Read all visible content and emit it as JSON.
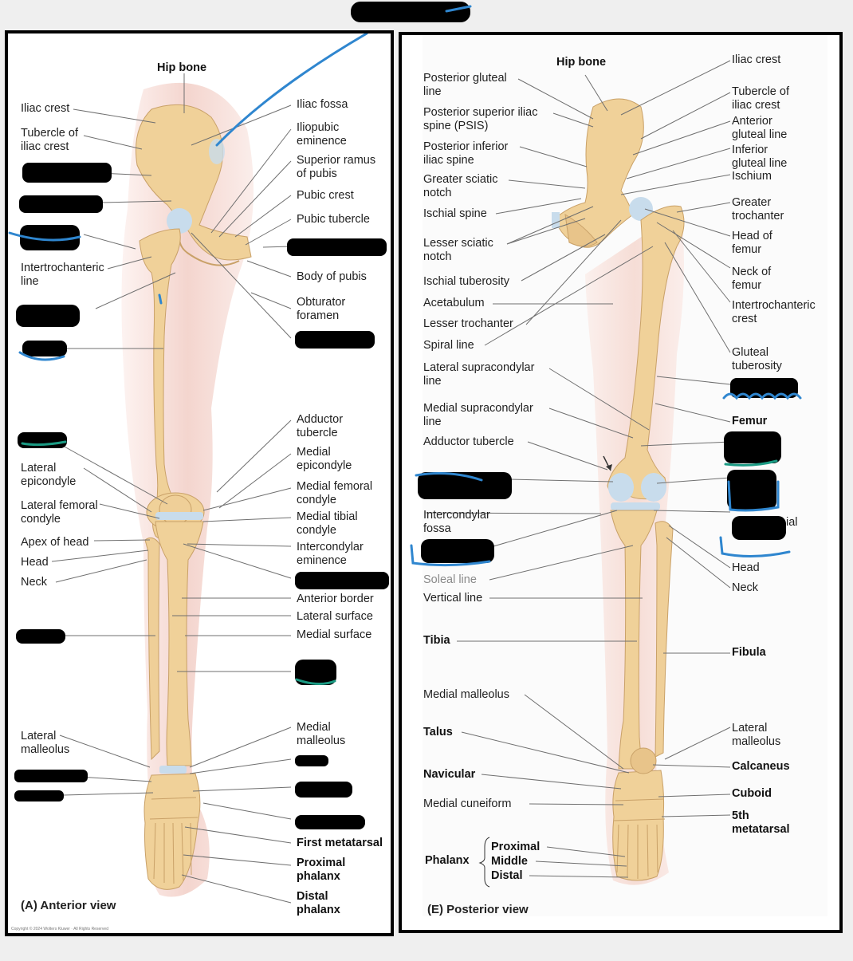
{
  "panel_a": {
    "caption": "(A) Anterior view",
    "copyright": "Copyright © 2024 Wolters Kluwer · All Rights Reserved",
    "labels": {
      "hip_bone": "Hip bone",
      "iliac_crest": "Iliac crest",
      "tubercle_iliac": "Tubercle of\niliac crest",
      "intertroch_line": "Intertrochanteric\nline",
      "lateral_epicondyle": "Lateral\nepicondyle",
      "lateral_femoral_condyle": "Lateral femoral\ncondyle",
      "apex_of_head": "Apex of head",
      "head": "Head",
      "neck": "Neck",
      "lateral_malleolus": "Lateral\nmalleolus",
      "iliac_fossa": "Iliac fossa",
      "iliopubic": "Iliopubic\neminence",
      "sup_ramus": "Superior ramus\nof pubis",
      "pubic_crest": "Pubic crest",
      "pubic_tubercle": "Pubic tubercle",
      "body_pubis": "Body of pubis",
      "obturator": "Obturator\nforamen",
      "adductor": "Adductor\ntubercle",
      "medial_epicondyle": "Medial\nepicondyle",
      "medial_fem_condyle": "Medial femoral\ncondyle",
      "medial_tib_condyle": "Medial tibial\ncondyle",
      "intercondylar_em": "Intercondylar\neminence",
      "anterior_border": "Anterior border",
      "lateral_surface": "Lateral surface",
      "medial_surface": "Medial surface",
      "medial_malleolus": "Medial\nmalleolus",
      "first_metatarsal": "First metatarsal",
      "proximal_phalanx": "Proximal\nphalanx",
      "distal_phalanx": "Distal\nphalanx"
    }
  },
  "panel_e": {
    "caption": "(E) Posterior view",
    "labels": {
      "hip_bone": "Hip bone",
      "post_gluteal": "Posterior gluteal\nline",
      "psis": "Posterior superior iliac\nspine (PSIS)",
      "piis": "Posterior inferior\niliac spine",
      "greater_sciatic": "Greater sciatic\nnotch",
      "ischial_spine": "Ischial spine",
      "lesser_sciatic": "Lesser sciatic\nnotch",
      "ischial_tuberosity": "Ischial tuberosity",
      "acetabulum": "Acetabulum",
      "lesser_troch": "Lesser trochanter",
      "spiral_line": "Spiral line",
      "lat_supracondylar": "Lateral supracondylar\nline",
      "med_supracondylar": "Medial supracondylar\nline",
      "adductor": "Adductor tubercle",
      "intercondylar_fossa": "Intercondylar\nfossa",
      "soleal_line": "Soleal line",
      "vertical_line": "Vertical line",
      "tibia": "Tibia",
      "medial_malleolus": "Medial  malleolus",
      "talus": "Talus",
      "navicular": "Navicular",
      "medial_cuneiform": "Medial cuneiform",
      "phalanx": "Phalanx",
      "proximal": "Proximal",
      "middle": "Middle",
      "distal": "Distal",
      "iliac_crest": "Iliac crest",
      "tubercle_iliac": "Tubercle of\niliac crest",
      "ant_gluteal": "Anterior\ngluteal line",
      "inf_gluteal": "Inferior\ngluteal line",
      "ischium": "Ischium",
      "greater_troch": "Greater\ntrochanter",
      "head_femur": "Head of\nfemur",
      "neck_femur": "Neck of\nfemur",
      "intertroch_crest": "Intertrochanteric\ncrest",
      "gluteal_tub": "Gluteal\ntuberosity",
      "femur": "Femur",
      "ial_fragment": "ial",
      "head": "Head",
      "neck": "Neck",
      "fibula": "Fibula",
      "lateral_malleolus": "Lateral\nmalleolus",
      "calcaneus": "Calcaneus",
      "cuboid": "Cuboid",
      "fifth_metatarsal": "5th\nmetatarsal"
    }
  },
  "colors": {
    "bone": "#f0d199",
    "bone_edge": "#c9a168",
    "cartilage": "#c8dcec",
    "skin": "#f6ded8",
    "annotation_blue": "#2f86cf",
    "annotation_teal": "#1b9b84",
    "redaction": "#000000"
  }
}
